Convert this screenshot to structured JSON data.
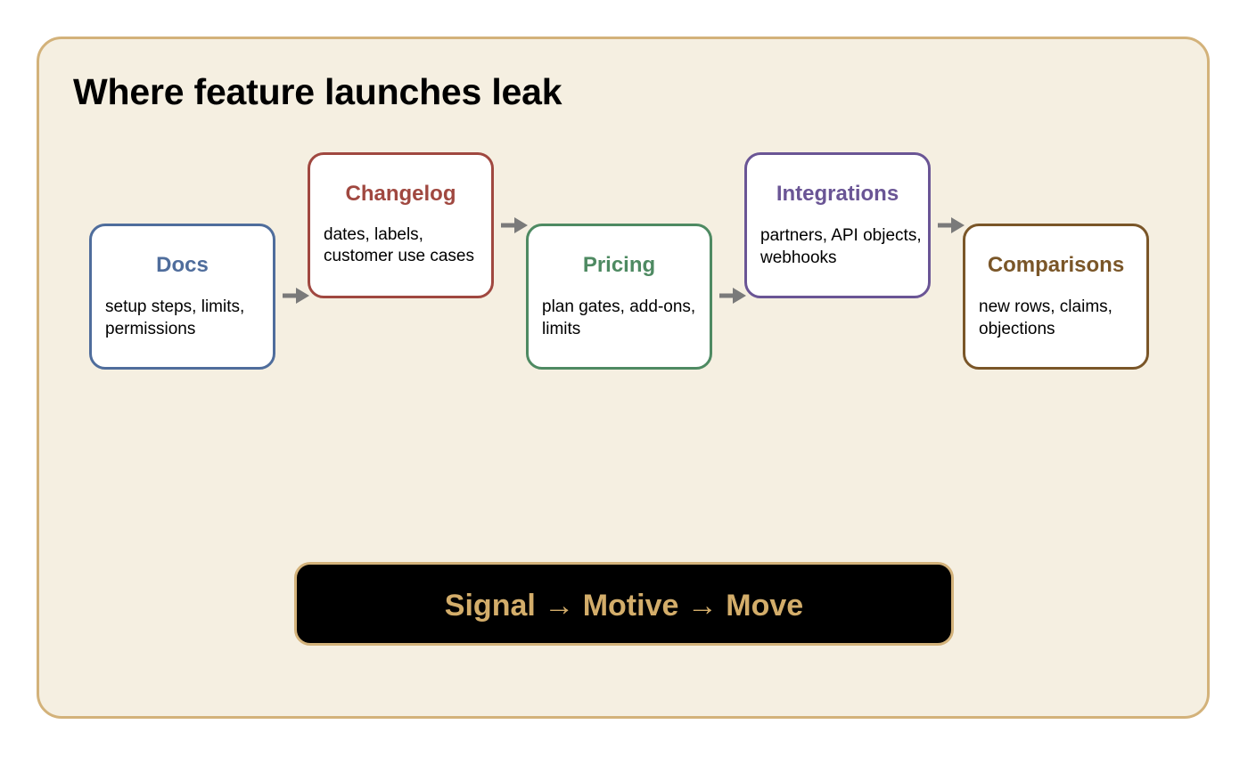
{
  "diagram": {
    "title": "Where feature launches leak",
    "nodes": [
      {
        "id": "docs",
        "label": "Docs",
        "body": "setup steps, limits, permissions",
        "color": "#4f6d9c"
      },
      {
        "id": "changelog",
        "label": "Changelog",
        "body": "dates, labels, customer use cases",
        "color": "#a04840"
      },
      {
        "id": "pricing",
        "label": "Pricing",
        "body": "plan gates, add-ons, limits",
        "color": "#4e8a62"
      },
      {
        "id": "integrations",
        "label": "Integrations",
        "body": "partners, API objects, webhooks",
        "color": "#6a5595"
      },
      {
        "id": "comparisons",
        "label": "Comparisons",
        "body": "new rows, claims, objections",
        "color": "#7a5628"
      }
    ],
    "edges": [
      {
        "from": "docs",
        "to": "changelog"
      },
      {
        "from": "changelog",
        "to": "pricing"
      },
      {
        "from": "pricing",
        "to": "integrations"
      },
      {
        "from": "integrations",
        "to": "comparisons"
      }
    ],
    "footer": "Signal → Motive → Move",
    "colors": {
      "panel_background": "#f5efe1",
      "panel_border": "#d3b27a",
      "connector": "#7a7a7a",
      "footer_background": "#000000",
      "footer_text": "#d3ad6a"
    }
  }
}
